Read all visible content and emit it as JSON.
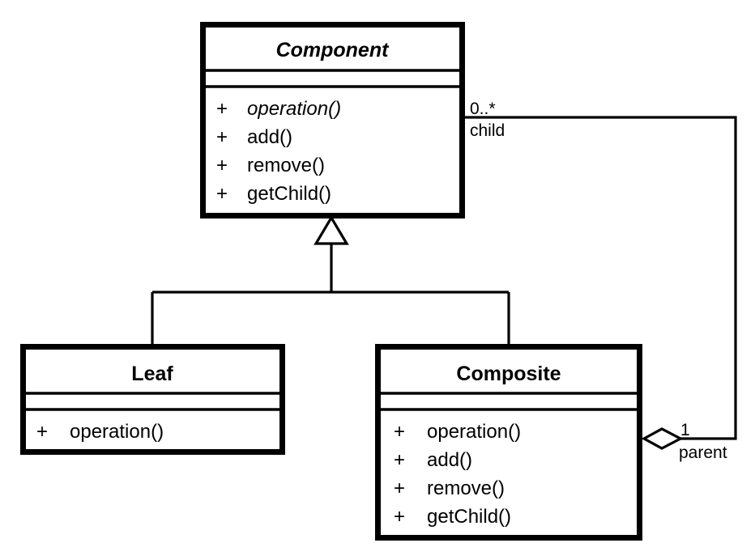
{
  "diagram": {
    "type": "uml-class-diagram",
    "pattern_name": "Composite",
    "background_color": "#ffffff",
    "line_color": "#000000",
    "classes": [
      {
        "id": "component",
        "name": "Component",
        "stereotype": "abstract",
        "is_abstract": true,
        "attributes": [],
        "methods": [
          {
            "visibility": "+",
            "name": "operation()",
            "is_abstract": true
          },
          {
            "visibility": "+",
            "name": "add()",
            "is_abstract": false
          },
          {
            "visibility": "+",
            "name": "remove()",
            "is_abstract": false
          },
          {
            "visibility": "+",
            "name": "getChild()",
            "is_abstract": false
          }
        ]
      },
      {
        "id": "leaf",
        "name": "Leaf",
        "stereotype": "concrete",
        "is_abstract": false,
        "attributes": [],
        "methods": [
          {
            "visibility": "+",
            "name": "operation()",
            "is_abstract": false
          }
        ]
      },
      {
        "id": "composite",
        "name": "Composite",
        "stereotype": "concrete",
        "is_abstract": false,
        "attributes": [],
        "methods": [
          {
            "visibility": "+",
            "name": "operation()",
            "is_abstract": false
          },
          {
            "visibility": "+",
            "name": "add()",
            "is_abstract": false
          },
          {
            "visibility": "+",
            "name": "remove()",
            "is_abstract": false
          },
          {
            "visibility": "+",
            "name": "getChild()",
            "is_abstract": false
          }
        ]
      }
    ],
    "relationships": [
      {
        "id": "leaf-generalization",
        "kind": "generalization",
        "from": "Leaf",
        "to": "Component",
        "arrow": "hollow-triangle"
      },
      {
        "id": "composite-generalization",
        "kind": "generalization",
        "from": "Composite",
        "to": "Component",
        "arrow": "hollow-triangle"
      },
      {
        "id": "composite-aggregation",
        "kind": "aggregation",
        "from": "Composite",
        "to": "Component",
        "arrow": "hollow-diamond",
        "source_multiplicity": "1",
        "source_role": "parent",
        "target_multiplicity": "0..*",
        "target_role": "child"
      }
    ],
    "labels": {
      "child_multiplicity": "0..*",
      "child_role": "child",
      "parent_multiplicity": "1",
      "parent_role": "parent"
    }
  }
}
